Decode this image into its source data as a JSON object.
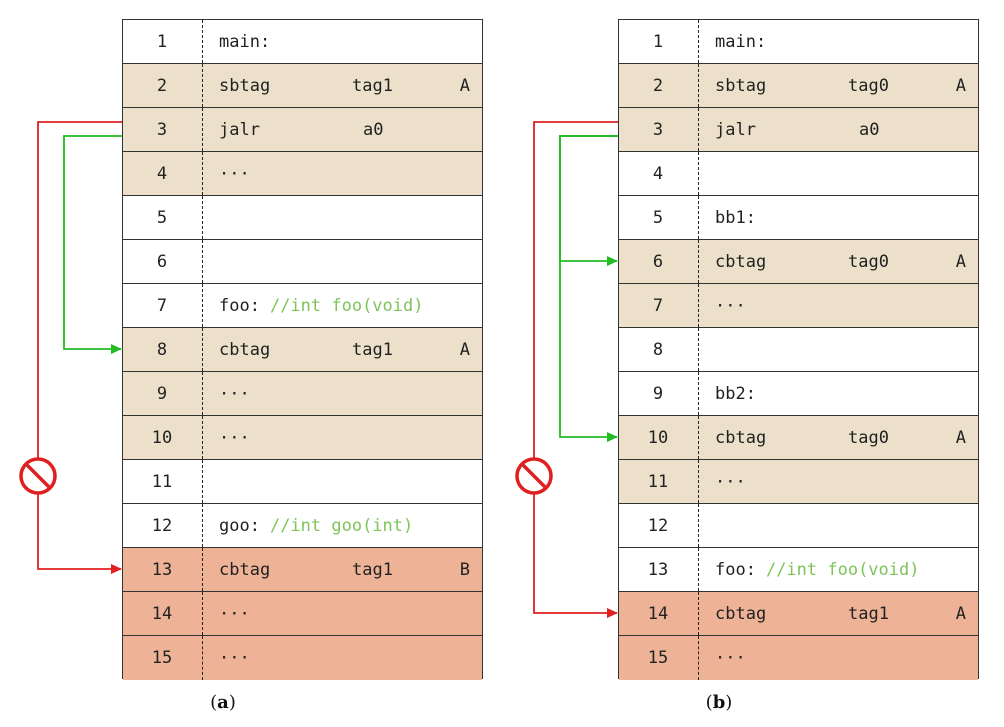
{
  "panels": [
    {
      "caption": "a",
      "rows": [
        {
          "num": "1",
          "op": "main:",
          "arg": "",
          "flag": "",
          "comment": "",
          "fill": "white"
        },
        {
          "num": "2",
          "op": "sbtag",
          "arg": "tag1",
          "flag": "A",
          "comment": "",
          "fill": "tan"
        },
        {
          "num": "3",
          "op": "jalr",
          "arg": "a0",
          "flag": "",
          "comment": "",
          "fill": "tan"
        },
        {
          "num": "4",
          "op": "···",
          "arg": "",
          "flag": "",
          "comment": "",
          "fill": "tan"
        },
        {
          "num": "5",
          "op": "",
          "arg": "",
          "flag": "",
          "comment": "",
          "fill": "white"
        },
        {
          "num": "6",
          "op": "",
          "arg": "",
          "flag": "",
          "comment": "",
          "fill": "white"
        },
        {
          "num": "7",
          "op": "foo:",
          "arg": "",
          "flag": "",
          "comment": "//int foo(void)",
          "fill": "white"
        },
        {
          "num": "8",
          "op": "cbtag",
          "arg": "tag1",
          "flag": "A",
          "comment": "",
          "fill": "tan"
        },
        {
          "num": "9",
          "op": "···",
          "arg": "",
          "flag": "",
          "comment": "",
          "fill": "tan"
        },
        {
          "num": "10",
          "op": "···",
          "arg": "",
          "flag": "",
          "comment": "",
          "fill": "tan"
        },
        {
          "num": "11",
          "op": "",
          "arg": "",
          "flag": "",
          "comment": "",
          "fill": "white"
        },
        {
          "num": "12",
          "op": "goo:",
          "arg": "",
          "flag": "",
          "comment": "//int goo(int)",
          "fill": "white"
        },
        {
          "num": "13",
          "op": "cbtag",
          "arg": "tag1",
          "flag": "B",
          "comment": "",
          "fill": "salmon"
        },
        {
          "num": "14",
          "op": "···",
          "arg": "",
          "flag": "",
          "comment": "",
          "fill": "salmon"
        },
        {
          "num": "15",
          "op": "···",
          "arg": "",
          "flag": "",
          "comment": "",
          "fill": "salmon"
        }
      ]
    },
    {
      "caption": "b",
      "rows": [
        {
          "num": "1",
          "op": "main:",
          "arg": "",
          "flag": "",
          "comment": "",
          "fill": "white"
        },
        {
          "num": "2",
          "op": "sbtag",
          "arg": "tag0",
          "flag": "A",
          "comment": "",
          "fill": "tan"
        },
        {
          "num": "3",
          "op": "jalr",
          "arg": "a0",
          "flag": "",
          "comment": "",
          "fill": "tan"
        },
        {
          "num": "4",
          "op": "",
          "arg": "",
          "flag": "",
          "comment": "",
          "fill": "white"
        },
        {
          "num": "5",
          "op": "bb1:",
          "arg": "",
          "flag": "",
          "comment": "",
          "fill": "white"
        },
        {
          "num": "6",
          "op": "cbtag",
          "arg": "tag0",
          "flag": "A",
          "comment": "",
          "fill": "tan"
        },
        {
          "num": "7",
          "op": "···",
          "arg": "",
          "flag": "",
          "comment": "",
          "fill": "tan"
        },
        {
          "num": "8",
          "op": "",
          "arg": "",
          "flag": "",
          "comment": "",
          "fill": "white"
        },
        {
          "num": "9",
          "op": "bb2:",
          "arg": "",
          "flag": "",
          "comment": "",
          "fill": "white"
        },
        {
          "num": "10",
          "op": "cbtag",
          "arg": "tag0",
          "flag": "A",
          "comment": "",
          "fill": "tan"
        },
        {
          "num": "11",
          "op": "···",
          "arg": "",
          "flag": "",
          "comment": "",
          "fill": "tan"
        },
        {
          "num": "12",
          "op": "",
          "arg": "",
          "flag": "",
          "comment": "",
          "fill": "white"
        },
        {
          "num": "13",
          "op": "foo:",
          "arg": "",
          "flag": "",
          "comment": "//int foo(void)",
          "fill": "white"
        },
        {
          "num": "14",
          "op": "cbtag",
          "arg": "tag1",
          "flag": "A",
          "comment": "",
          "fill": "salmon"
        },
        {
          "num": "15",
          "op": "···",
          "arg": "",
          "flag": "",
          "comment": "",
          "fill": "salmon"
        }
      ]
    }
  ],
  "edges": [
    {
      "panel": 0,
      "from": "3",
      "to": "8",
      "kind": "allowed",
      "color": "#22bb22"
    },
    {
      "panel": 0,
      "from": "3",
      "to": "13",
      "kind": "blocked",
      "color": "#e02020"
    },
    {
      "panel": 1,
      "from": "3",
      "to": "6",
      "kind": "allowed",
      "color": "#22bb22"
    },
    {
      "panel": 1,
      "from": "3",
      "to": "10",
      "kind": "allowed",
      "color": "#22bb22"
    },
    {
      "panel": 1,
      "from": "3",
      "to": "14",
      "kind": "blocked",
      "color": "#e02020"
    }
  ],
  "icons": {
    "blocked": "no-entry-icon"
  }
}
